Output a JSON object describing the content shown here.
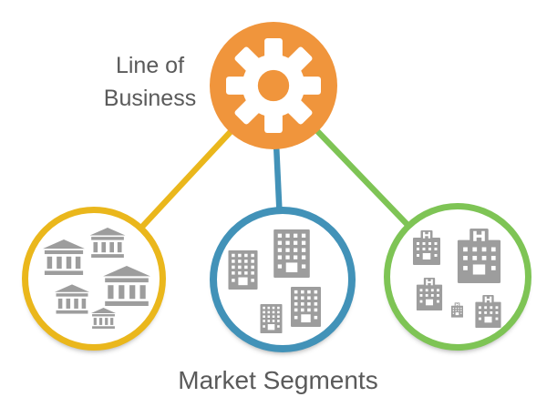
{
  "hub": {
    "label": "Line of\nBusiness",
    "icon": "gear-icon"
  },
  "caption": "Market Segments",
  "segments": [
    {
      "id": "banks",
      "icon": "bank-icon",
      "icon_count": 5
    },
    {
      "id": "office-buildings",
      "icon": "building-icon",
      "icon_count": 4
    },
    {
      "id": "hospitals",
      "icon": "hospital-icon",
      "icon_count": 5,
      "hospital_letter": "H"
    }
  ],
  "colors": {
    "hub-orange": "#F0953C",
    "segment-yellow": "#EAB71C",
    "segment-blue": "#4292B8",
    "segment-green": "#7EC455",
    "icon-gray": "#9D9D9D",
    "text-gray": "#5A5A5A"
  }
}
